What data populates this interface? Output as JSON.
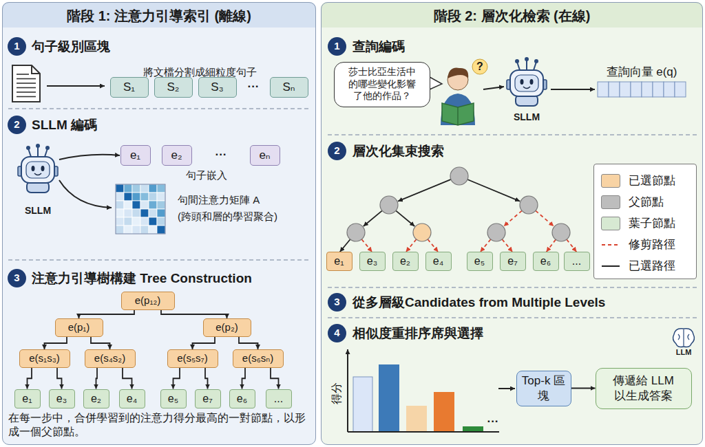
{
  "diagram": {
    "nodes": [
      {
        "text": [
          "階段 1: 注意力引導索引 (離線)"
        ]
      },
      {
        "text": [
          "1"
        ],
        "in": 0
      },
      {
        "text": [
          "S₁"
        ],
        "in": 0
      },
      {
        "text": [
          "S₂"
        ],
        "in": 0
      },
      {
        "text": [
          "S₃"
        ],
        "in": 0
      },
      {
        "text": [
          "Sₙ"
        ],
        "in": 0
      },
      {
        "text": [
          "2"
        ],
        "in": 0
      },
      {
        "text": [
          "e₁"
        ],
        "in": 0
      },
      {
        "text": [
          "e₂"
        ],
        "in": 0
      },
      {
        "text": [
          "eₙ"
        ],
        "in": 0
      },
      {
        "text": [
          "3"
        ],
        "in": 0
      },
      {
        "text": [
          "e(p₁₂)"
        ],
        "in": 0
      },
      {
        "text": [
          "e(p₁)"
        ],
        "in": 0
      },
      {
        "text": [
          "e(p₂)"
        ],
        "in": 0
      },
      {
        "text": [
          "e(s₁s₃)"
        ],
        "in": 0
      },
      {
        "text": [
          "e(s₄s₂)"
        ],
        "in": 0
      },
      {
        "text": [
          "e(s₅s₇)"
        ],
        "in": 0
      },
      {
        "text": [
          "e(s₆sₙ)"
        ],
        "in": 0
      },
      {
        "text": [
          "e₁"
        ],
        "in": 0
      },
      {
        "text": [
          "e₃"
        ],
        "in": 0
      },
      {
        "text": [
          "e₂"
        ],
        "in": 0
      },
      {
        "text": [
          "e₄"
        ],
        "in": 0
      },
      {
        "text": [
          "e₅"
        ],
        "in": 0
      },
      {
        "text": [
          "e₇"
        ],
        "in": 0
      },
      {
        "text": [
          "e₆"
        ],
        "in": 0
      },
      {
        "text": [
          "..."
        ],
        "in": 0
      },
      {
        "text": [
          "階段 2: 層次化檢索 (在線)"
        ]
      },
      {
        "text": [
          "1"
        ],
        "in": 26
      },
      {
        "text": [
          "莎士比亞生活中的哪些變化影響了他的作品？"
        ],
        "in": 26
      },
      {
        "text": [
          "2"
        ],
        "in": 26
      },
      {
        "text": [
          "e₁"
        ],
        "in": 26
      },
      {
        "text": [
          "e₃"
        ],
        "in": 26
      },
      {
        "text": [
          "e₂"
        ],
        "in": 26
      },
      {
        "text": [
          "e₄"
        ],
        "in": 26
      },
      {
        "text": [
          "e₅"
        ],
        "in": 26
      },
      {
        "text": [
          "e₇"
        ],
        "in": 26
      },
      {
        "text": [
          "e₆"
        ],
        "in": 26
      },
      {
        "text": [
          "..."
        ],
        "in": 26
      },
      {
        "text": [
          "3"
        ],
        "in": 26
      },
      {
        "text": [
          "4"
        ],
        "in": 26
      },
      {
        "text": [
          "Top-k 區塊"
        ],
        "in": 26
      },
      {
        "text": [
          "傳遞給 LLM 以生成答案"
        ],
        "in": 26
      }
    ],
    "edges": [
      {
        "from": 11,
        "to": 12,
        "arrow": "to"
      },
      {
        "from": 11,
        "to": 13,
        "arrow": "to"
      },
      {
        "from": 12,
        "to": 14,
        "arrow": "to"
      },
      {
        "from": 12,
        "to": 15,
        "arrow": "to"
      },
      {
        "from": 13,
        "to": 16,
        "arrow": "to"
      },
      {
        "from": 13,
        "to": 17,
        "arrow": "to"
      },
      {
        "from": 14,
        "to": 18,
        "arrow": "to"
      },
      {
        "from": 14,
        "to": 19,
        "arrow": "to"
      },
      {
        "from": 15,
        "to": 20,
        "arrow": "to"
      },
      {
        "from": 15,
        "to": 21,
        "arrow": "to"
      },
      {
        "from": 16,
        "to": 22,
        "arrow": "to"
      },
      {
        "from": 16,
        "to": 23,
        "arrow": "to"
      },
      {
        "from": 17,
        "to": 24,
        "arrow": "to"
      },
      {
        "from": 17,
        "to": 25,
        "arrow": "to"
      },
      {
        "from": 40,
        "to": 41,
        "arrow": "to"
      }
    ],
    "labels": [
      "句子級別區塊",
      "將文檔分割成細粒度句子",
      "···",
      "SLLM 編碼",
      "SLLM",
      "···",
      "句子嵌入",
      "句間注意力矩陣 A",
      "(跨頭和層的學習聚合)",
      "注意力引導樹構建 Tree Construction",
      "在每一步中，合併學習到的注意力得分最高的一對節點，以形成一個父節點。",
      "查詢編碼",
      "SLLM",
      "查詢向量 e(q)",
      "?",
      "層次化集束搜索",
      "從多層級Candidates from Multiple Levels",
      "相似度重排序席與選擇",
      "得分",
      "···",
      "LLM"
    ],
    "legend": [
      {
        "text": "已選節點",
        "color": "#f8d3a4"
      },
      {
        "text": "父節點",
        "color": "#bdbdbd"
      },
      {
        "text": "葉子節點",
        "color": "#d7e9d2"
      },
      {
        "text": "修剪路徑"
      },
      {
        "text": "已選路徑"
      }
    ]
  }
}
